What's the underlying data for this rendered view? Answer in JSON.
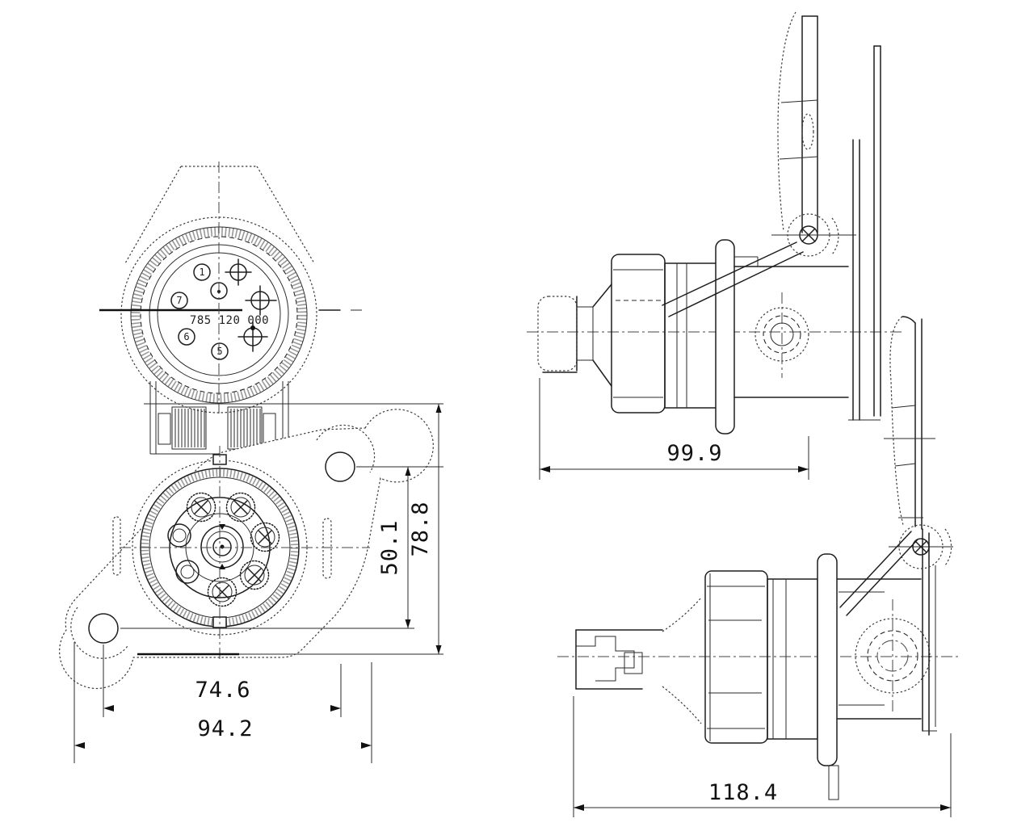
{
  "part_number": "785 120 000",
  "front_view": {
    "pins": {
      "p1": "1",
      "p5": "5",
      "p6": "6",
      "p7": "7"
    },
    "dims": {
      "width_inner": "74.6",
      "width_outer": "94.2",
      "height_inner": "50.1",
      "height_outer": "78.8"
    }
  },
  "side_view_top": {
    "dims": {
      "length": "99.9"
    }
  },
  "side_view_bottom": {
    "dims": {
      "length": "118.4"
    }
  }
}
